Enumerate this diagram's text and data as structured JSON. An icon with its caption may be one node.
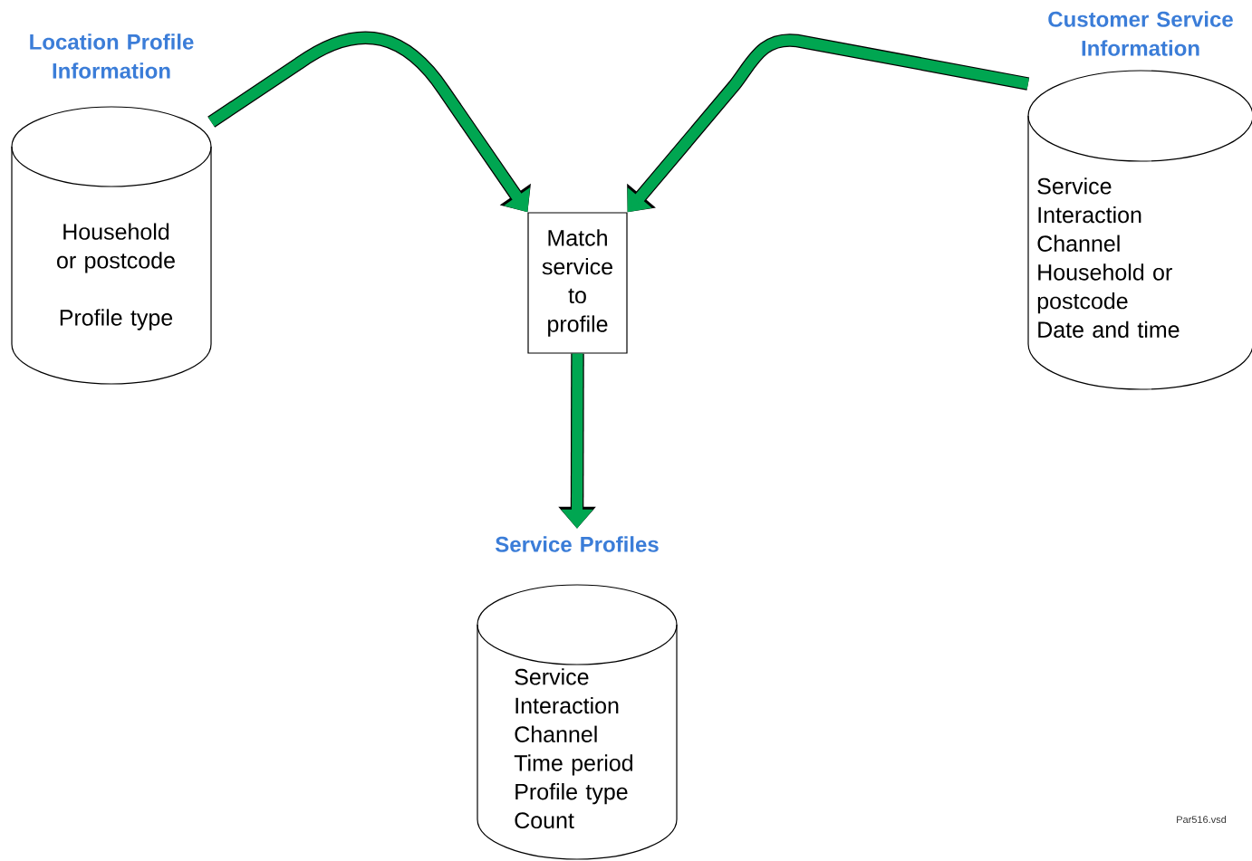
{
  "diagram": {
    "nodes": [
      {
        "text": [
          "Location Profile Information",
          "Household or postcode",
          "Profile type"
        ]
      },
      {
        "text": [
          "Match service to profile"
        ]
      },
      {
        "text": [
          "Customer Service Information",
          "Service Interaction Channel",
          "Household or postcode",
          "Date and time"
        ]
      },
      {
        "text": [
          "Service Profiles",
          "Service Interaction Channel",
          "Time period",
          "Profile type",
          "Count"
        ]
      }
    ],
    "edges": [
      {
        "from": 0,
        "to": 1,
        "arrow": "to"
      },
      {
        "from": 2,
        "to": 1,
        "arrow": "to"
      },
      {
        "from": 1,
        "to": 3,
        "arrow": "to"
      }
    ],
    "labels": [
      "Par516.vsd"
    ]
  }
}
